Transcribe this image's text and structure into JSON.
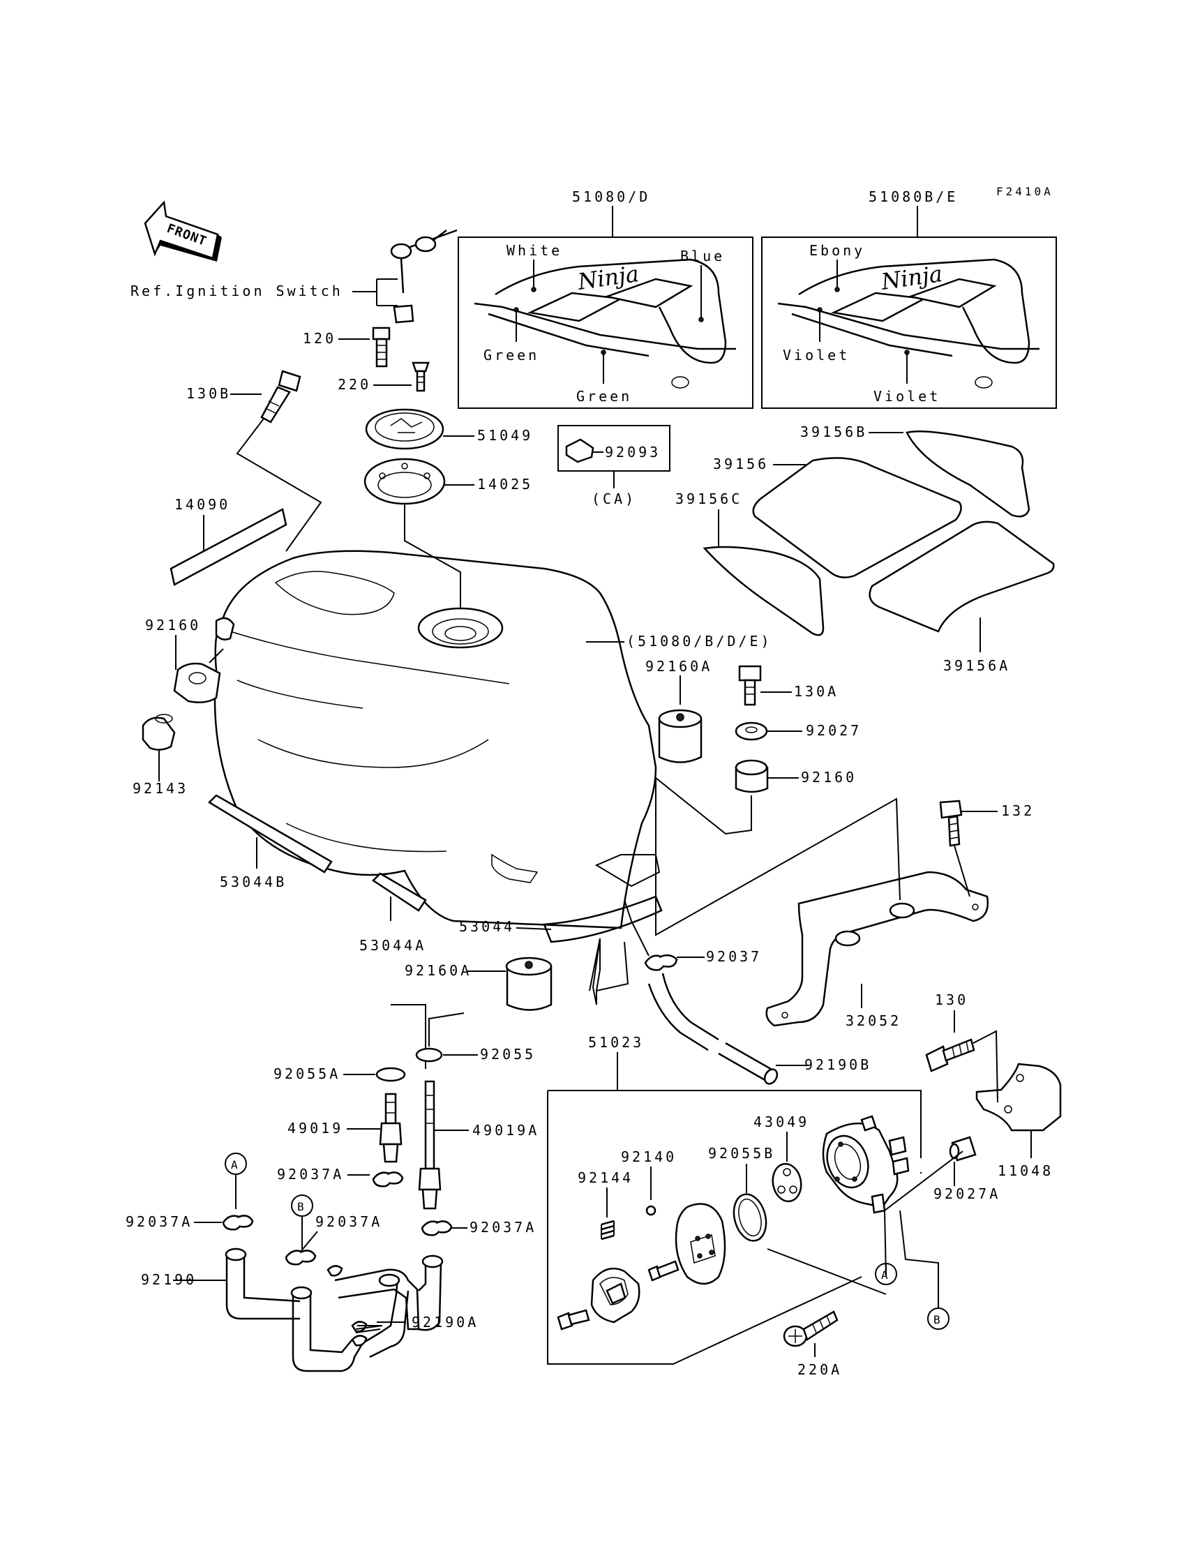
{
  "figure_code": "F2410A",
  "front_label": "FRONT",
  "ref_label": "Ref.Ignition Switch",
  "decal_set_1": {
    "part": "51080/D",
    "colors": [
      "White",
      "Blue",
      "Green",
      "Green"
    ]
  },
  "decal_set_2": {
    "part": "51080B/E",
    "colors": [
      "Ebony",
      "Violet",
      "Violet"
    ]
  },
  "decal_logo": "Ninja",
  "callouts": {
    "p120": "120",
    "p220": "220",
    "p130B": "130B",
    "p51049": "51049",
    "p14025": "14025",
    "p92093": "92093",
    "pCA": "(CA)",
    "p14090": "14090",
    "p39156B": "39156B",
    "p39156": "39156",
    "p39156C": "39156C",
    "p39156A": "39156A",
    "p92160": "92160",
    "pTank": "(51080/B/D/E)",
    "p92160A_1": "92160A",
    "p130A": "130A",
    "p92027": "92027",
    "p92160_2": "92160",
    "p92143": "92143",
    "p132": "132",
    "p53044B": "53044B",
    "p53044A": "53044A",
    "p53044": "53044",
    "p92037_1": "92037",
    "p92160A_2": "92160A",
    "p32052": "32052",
    "p130": "130",
    "p92055A": "92055A",
    "p92055": "92055",
    "p51023": "51023",
    "p92190B": "92190B",
    "p49019": "49019",
    "p49019A": "49019A",
    "p43049": "43049",
    "p92140": "92140",
    "p92055B": "92055B",
    "p92144": "92144",
    "p11048": "11048",
    "p92037A_1": "92037A",
    "p92037A_2": "92037A",
    "p92037A_3": "92037A",
    "p92037A_4": "92037A",
    "p92027A": "92027A",
    "p92190": "92190",
    "p92190A": "92190A",
    "p220A": "220A",
    "markA": "A",
    "markB": "B"
  }
}
